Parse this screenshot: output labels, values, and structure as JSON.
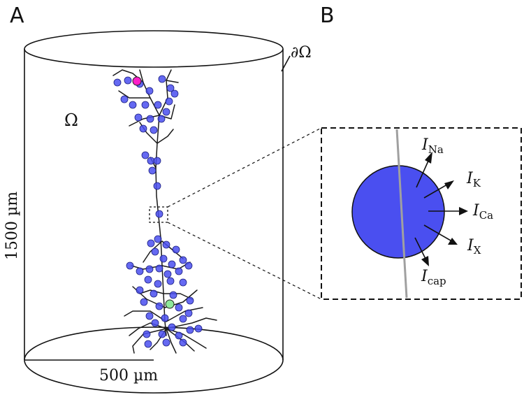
{
  "panels": {
    "a": {
      "label": "A"
    },
    "b": {
      "label": "B"
    }
  },
  "cylinder": {
    "domain_symbol": "Ω",
    "boundary_symbol": "∂Ω",
    "height_label": "1500 µm",
    "width_label": "500 µm"
  },
  "currents": {
    "na": {
      "italic": "I",
      "sub": "Na"
    },
    "k": {
      "italic": "I",
      "sub": "K"
    },
    "ca": {
      "italic": "I",
      "sub": "Ca"
    },
    "x": {
      "italic": "I",
      "sub": "X"
    },
    "cap": {
      "italic": "I",
      "sub": "cap"
    }
  },
  "colors": {
    "compartment": "#4a4ff0",
    "apical_marker": "#ff1fc8",
    "soma_marker": "#8ee89a",
    "dendrite": "#1a1a1a",
    "membrane_line": "#a0a0a0"
  }
}
